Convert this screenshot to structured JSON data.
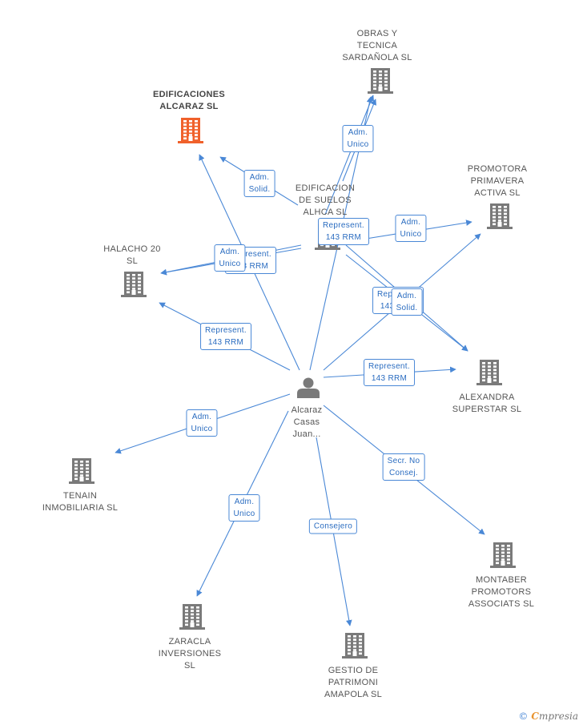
{
  "colors": {
    "edge": "#4a88d6",
    "building": "#7a7a7a",
    "building_highlight": "#f0612b",
    "person": "#7a7a7a"
  },
  "nodes": [
    {
      "id": "person",
      "type": "person",
      "label": "Alcaraz\nCasas\nJuan..."
    },
    {
      "id": "edificaciones",
      "type": "company",
      "highlight": true,
      "label": "EDIFICACIONES\nALCARAZ SL"
    },
    {
      "id": "obras",
      "type": "company",
      "label": "OBRAS Y\nTECNICA\nSARDAÑOLA SL"
    },
    {
      "id": "edificacion_suelos",
      "type": "company",
      "label": "EDIFICACION\nDE SUELOS\nALHCA SL"
    },
    {
      "id": "promotora",
      "type": "company",
      "label": "PROMOTORA\nPRIMAVERA\nACTIVA SL"
    },
    {
      "id": "halacho",
      "type": "company",
      "label": "HALACHO 20\nSL"
    },
    {
      "id": "alexandra",
      "type": "company",
      "label": "ALEXANDRA\nSUPERSTAR SL"
    },
    {
      "id": "tenain",
      "type": "company",
      "label": "TENAIN\nINMOBILIARIA SL"
    },
    {
      "id": "montaber",
      "type": "company",
      "label": "MONTABER\nPROMOTORS\nASSOCIATS SL"
    },
    {
      "id": "zaracla",
      "type": "company",
      "label": "ZARACLA\nINVERSIONES\nSL"
    },
    {
      "id": "gestio",
      "type": "company",
      "label": "GESTIO DE\nPATRIMONI\nAMAPOLA  SL"
    }
  ],
  "edges": [
    {
      "from": "person",
      "to": "edificaciones"
    },
    {
      "from": "person",
      "to": "obras"
    },
    {
      "from": "person",
      "to": "halacho",
      "label": "Represent.\n143 RRM"
    },
    {
      "from": "person",
      "to": "promotora"
    },
    {
      "from": "person",
      "to": "alexandra",
      "label": "Represent.\n143 RRM"
    },
    {
      "from": "person",
      "to": "tenain",
      "label": "Adm.\nUnico"
    },
    {
      "from": "person",
      "to": "montaber",
      "label": "Secr.  No\nConsej."
    },
    {
      "from": "person",
      "to": "zaracla",
      "label": "Adm.\nUnico"
    },
    {
      "from": "person",
      "to": "gestio",
      "label": "Consejero"
    },
    {
      "from": "edificacion_suelos",
      "to": "edificaciones",
      "label": "Adm.\nSolid."
    },
    {
      "from": "edificacion_suelos",
      "to": "obras",
      "label": "Adm.\nUnico"
    },
    {
      "from": "edificacion_suelos",
      "to": "obras",
      "label": "Represent.\n143 RRM"
    },
    {
      "from": "edificacion_suelos",
      "to": "promotora",
      "label": "Adm.\nUnico"
    },
    {
      "from": "edificacion_suelos",
      "to": "halacho",
      "label": "Represent.\n143 RRM"
    },
    {
      "from": "edificacion_suelos",
      "to": "halacho",
      "label": "Adm.\nUnico"
    },
    {
      "from": "edificacion_suelos",
      "to": "alexandra",
      "label": "Represent.\n143 RRM"
    },
    {
      "from": "edificacion_suelos",
      "to": "alexandra",
      "label": "Adm.\nSolid."
    }
  ],
  "watermark": {
    "copyright": "©",
    "brand_first": "C",
    "brand_rest": "mpresia"
  }
}
